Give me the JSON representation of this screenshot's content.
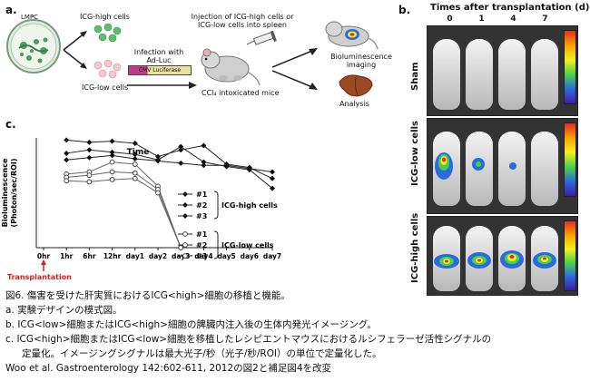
{
  "panel_a": {
    "letter": "a.",
    "lmpc": "LMPC",
    "icg_high": "ICG-high cells",
    "icg_low": "ICG-low cells",
    "infection_line1": "Infection with",
    "infection_line2": "Ad-Luc",
    "construct": "CMV Luciferase",
    "injection_line1": "Injection of ICG-high cells or",
    "injection_line2": "ICG-low cells into spleen",
    "ccl4": "CCl₄ intoxicated mice",
    "bioluminescence_line1": "Bioluminescence",
    "bioluminescence_line2": "imaging",
    "analysis": "Analysis"
  },
  "panel_b": {
    "letter": "b.",
    "title": "Times after transplantation (d)",
    "days": [
      "0",
      "1",
      "4",
      "7"
    ],
    "rows": [
      "Sham",
      "ICG-low cells",
      "ICG-high cells"
    ],
    "colors": {
      "signal_hot": "#e52b20",
      "signal_mid": "#f4f020",
      "signal_cool": "#2b6be0"
    }
  },
  "panel_c": {
    "letter": "c.",
    "arrow_label": "Transplantation",
    "legend_groups": [
      "ICG-high cells",
      "ICG-low cells"
    ]
  },
  "chart_data": {
    "type": "line",
    "title": "",
    "xlabel": "Time",
    "ylabel": "Bioluminescence (Photon/sec/ROI)",
    "categories": [
      "0hr",
      "1hr",
      "6hr",
      "12hr",
      "day1",
      "day2",
      "day3",
      "day4",
      "day5",
      "day6",
      "day7"
    ],
    "series": [
      {
        "name": "#1",
        "group": "ICG-high cells",
        "marker": "filled-diamond",
        "values": [
          null,
          9.8,
          9.6,
          9.7,
          9.5,
          8.3,
          8.9,
          9.3,
          7.6,
          7.3,
          6.3
        ]
      },
      {
        "name": "#2",
        "group": "ICG-high cells",
        "marker": "filled-diamond",
        "values": [
          null,
          8.6,
          8.9,
          8.7,
          8.5,
          8.0,
          9.2,
          7.8,
          7.4,
          7.1,
          5.4
        ]
      },
      {
        "name": "#3",
        "group": "ICG-high cells",
        "marker": "filled-diamond",
        "values": [
          null,
          8.0,
          8.2,
          8.4,
          8.1,
          7.9,
          7.7,
          7.5,
          7.5,
          7.2,
          6.9
        ]
      },
      {
        "name": "#1",
        "group": "ICG-low cells",
        "marker": "open-circle",
        "values": [
          null,
          6.7,
          6.9,
          7.8,
          7.6,
          5.6,
          0,
          null,
          null,
          null,
          null
        ]
      },
      {
        "name": "#2",
        "group": "ICG-low cells",
        "marker": "open-circle",
        "values": [
          null,
          6.4,
          6.6,
          6.9,
          6.8,
          5.3,
          0,
          null,
          null,
          null,
          null
        ]
      },
      {
        "name": "#3",
        "group": "ICG-low cells",
        "marker": "open-circle",
        "values": [
          null,
          6.1,
          6.0,
          6.2,
          6.3,
          5.0,
          0,
          null,
          null,
          null,
          null
        ]
      }
    ],
    "ylim": [
      0,
      10
    ],
    "grid": false,
    "legend": "right"
  },
  "caption": {
    "line1": "図6. 傷害を受けた肝実質におけるICG<high>細胞の移植と機能。",
    "line2": "a.  実験デザインの模式図。",
    "line3": "b.  ICG<low>細胞またはICG<high>細胞の脾臓内注入後の生体内発光イメージング。",
    "line4": "c.  ICG<high>細胞またはICG<low>細胞を移植したレシピエントマウスにおけるルシフェラーゼ活性シグナルの",
    "line5": "定量化。イメージングシグナルは最大光子/秒（光子/秒/ROI）の単位で定量化した。",
    "line6": "Woo et al. Gastroenterology 142:602-611, 2012の図2と補足図4を改変"
  }
}
